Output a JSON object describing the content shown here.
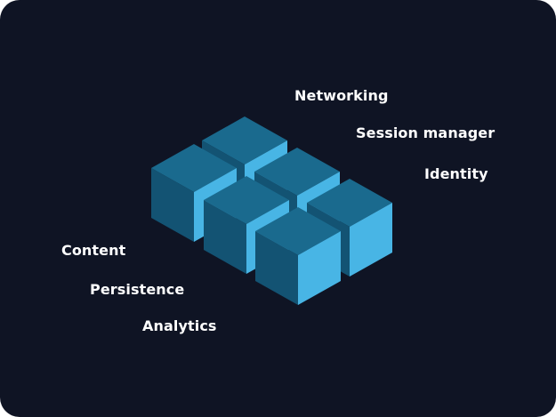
{
  "diagram": {
    "title": "",
    "colors": {
      "background": "#0f1424",
      "cube_top": "#1a6a8e",
      "cube_left": "#135373",
      "cube_right": "#48b5e5",
      "label": "#ffffff"
    },
    "cube_count": 6,
    "labels_right": [
      "Networking",
      "Session manager",
      "Identity"
    ],
    "labels_left": [
      "Content",
      "Persistence",
      "Analytics"
    ]
  }
}
